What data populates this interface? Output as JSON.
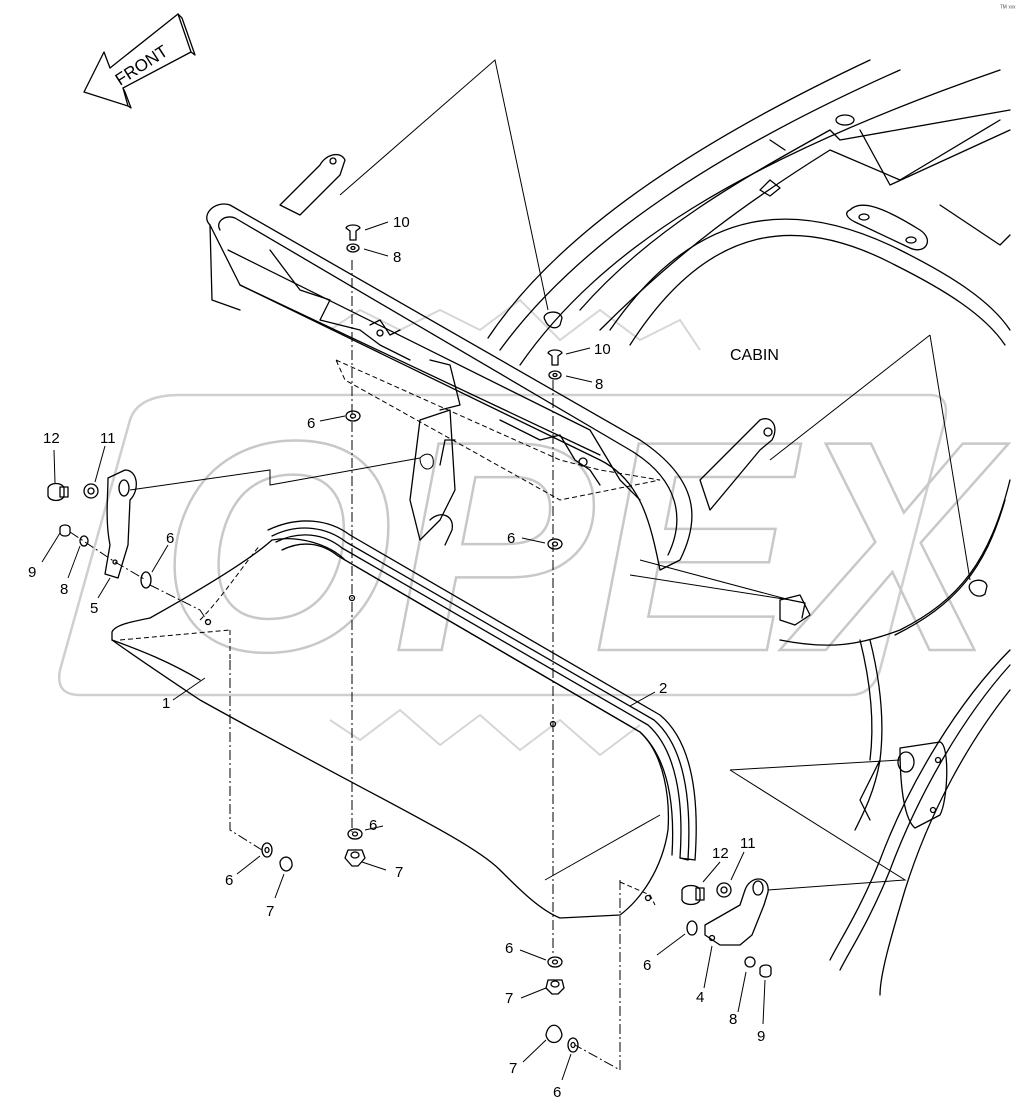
{
  "diagram": {
    "direction_arrow": {
      "label": "FRONT"
    },
    "region_label": "CABIN",
    "watermark": {
      "text": "OPEX"
    },
    "corner_mark": "ᵀᴹ ˣˣˣ",
    "callouts": [
      {
        "id": "c1",
        "label": "1"
      },
      {
        "id": "c2",
        "label": "2"
      },
      {
        "id": "c4",
        "label": "4"
      },
      {
        "id": "c5",
        "label": "5"
      },
      {
        "id": "c6a",
        "label": "6"
      },
      {
        "id": "c6b",
        "label": "6"
      },
      {
        "id": "c6c",
        "label": "6"
      },
      {
        "id": "c6d",
        "label": "6"
      },
      {
        "id": "c6e",
        "label": "6"
      },
      {
        "id": "c6f",
        "label": "6"
      },
      {
        "id": "c6g",
        "label": "6"
      },
      {
        "id": "c6h",
        "label": "6"
      },
      {
        "id": "c7a",
        "label": "7"
      },
      {
        "id": "c7b",
        "label": "7"
      },
      {
        "id": "c7c",
        "label": "7"
      },
      {
        "id": "c7d",
        "label": "7"
      },
      {
        "id": "c8a",
        "label": "8"
      },
      {
        "id": "c8b",
        "label": "8"
      },
      {
        "id": "c8c",
        "label": "8"
      },
      {
        "id": "c8d",
        "label": "8"
      },
      {
        "id": "c9a",
        "label": "9"
      },
      {
        "id": "c9b",
        "label": "9"
      },
      {
        "id": "c10a",
        "label": "10"
      },
      {
        "id": "c10b",
        "label": "10"
      },
      {
        "id": "c11a",
        "label": "11"
      },
      {
        "id": "c11b",
        "label": "11"
      },
      {
        "id": "c12a",
        "label": "12"
      },
      {
        "id": "c12b",
        "label": "12"
      }
    ]
  }
}
